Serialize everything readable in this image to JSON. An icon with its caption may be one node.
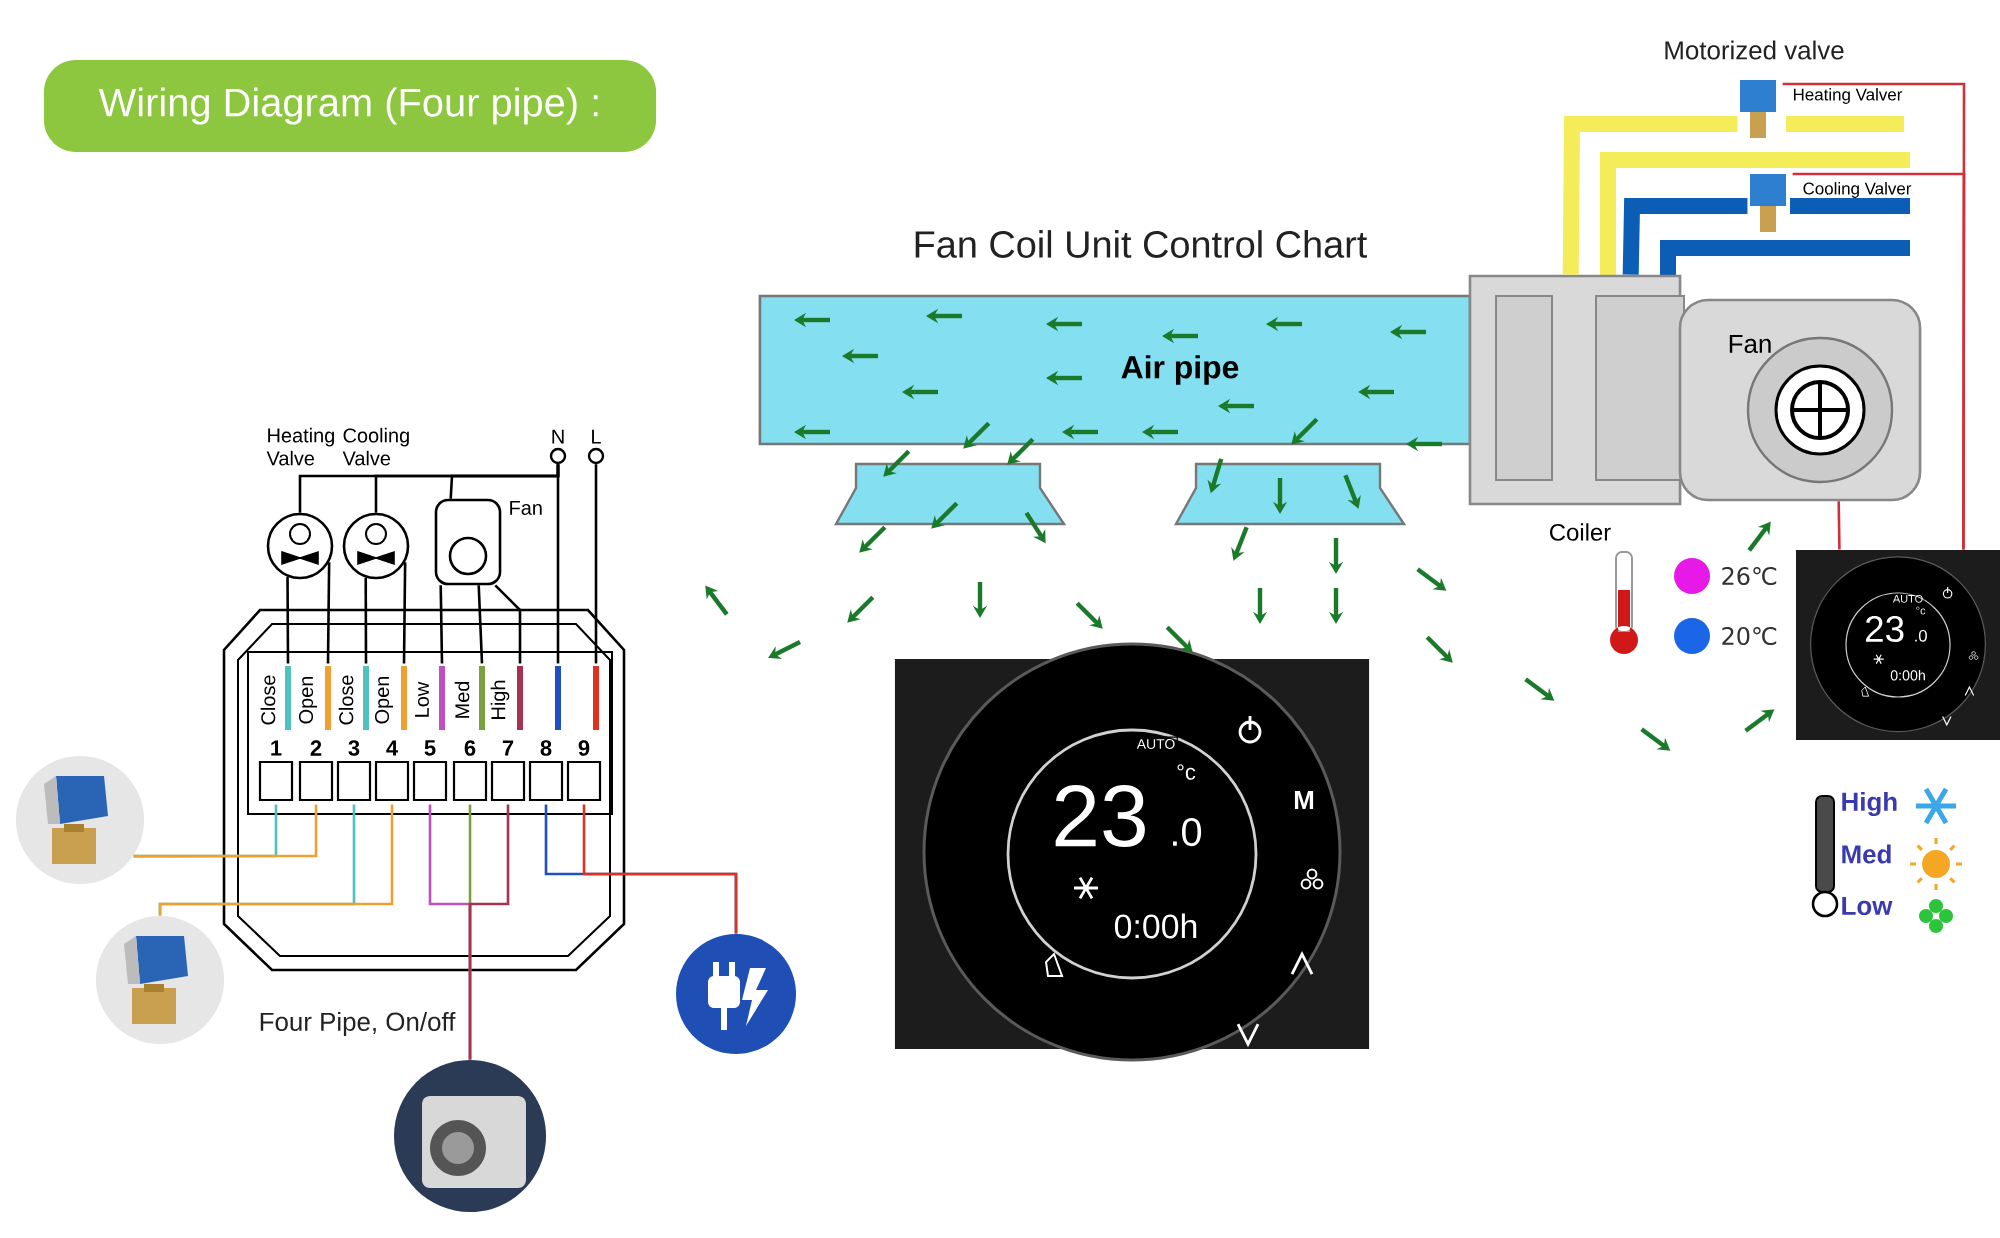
{
  "diagram": {
    "title": "Wiring Diagram (Four pipe) :",
    "nodes": [
      {
        "text": [
          "Heating Valve"
        ]
      },
      {
        "text": [
          "Cooling Valve"
        ]
      },
      {
        "text": [
          "Fan"
        ]
      },
      {
        "text": [
          "N"
        ]
      },
      {
        "text": [
          "L"
        ]
      },
      {
        "text": [],
        "shape": "box"
      },
      {
        "text": [
          "Close",
          "1"
        ],
        "in": 5
      },
      {
        "text": [
          "Open",
          "2"
        ],
        "in": 5
      },
      {
        "text": [
          "Close",
          "3"
        ],
        "in": 5
      },
      {
        "text": [
          "Open",
          "4"
        ],
        "in": 5
      },
      {
        "text": [
          "Low",
          "5"
        ],
        "in": 5
      },
      {
        "text": [
          "Med",
          "6"
        ],
        "in": 5
      },
      {
        "text": [
          "High",
          "7"
        ],
        "in": 5
      },
      {
        "text": [
          "8"
        ],
        "in": 5
      },
      {
        "text": [
          "9"
        ],
        "in": 5
      },
      {
        "text": [],
        "shape": "picture"
      },
      {
        "text": [],
        "shape": "picture"
      },
      {
        "text": [],
        "shape": "picture"
      },
      {
        "text": [],
        "shape": "picture"
      },
      {
        "text": [
          "Air pipe"
        ]
      },
      {
        "text": [
          "Coiler"
        ]
      },
      {
        "text": [
          "Fan"
        ]
      },
      {
        "text": [
          "Heating Valver"
        ]
      },
      {
        "text": [
          "Cooling Valver"
        ]
      },
      {
        "text": [
          "AUTO",
          "23",
          "°c",
          ".0",
          "0:00h",
          "M"
        ]
      },
      {
        "text": [
          "AUTO",
          "23",
          "°c",
          ".0",
          "0:00h"
        ]
      }
    ],
    "edges": [
      {
        "from": 0,
        "to": 6,
        "arrow": "none"
      },
      {
        "from": 0,
        "to": 7,
        "arrow": "none"
      },
      {
        "from": 1,
        "to": 8,
        "arrow": "none"
      },
      {
        "from": 1,
        "to": 9,
        "arrow": "none"
      },
      {
        "from": 2,
        "to": 10,
        "arrow": "none"
      },
      {
        "from": 2,
        "to": 11,
        "arrow": "none"
      },
      {
        "from": 2,
        "to": 12,
        "arrow": "none"
      },
      {
        "from": 3,
        "to": 13,
        "arrow": "none"
      },
      {
        "from": 4,
        "to": 14,
        "arrow": "none"
      },
      {
        "from": 0,
        "to": 3,
        "arrow": "none"
      },
      {
        "from": 1,
        "to": 3,
        "arrow": "none"
      },
      {
        "from": 2,
        "to": 3,
        "arrow": "none"
      },
      {
        "from": 15,
        "to": 6,
        "arrow": "none",
        "color": "#4fc1c0"
      },
      {
        "from": 15,
        "to": 7,
        "arrow": "none",
        "color": "#f0a030"
      },
      {
        "from": 16,
        "to": 8,
        "arrow": "none",
        "color": "#4fc1c0"
      },
      {
        "from": 16,
        "to": 9,
        "arrow": "none",
        "color": "#f0a030"
      },
      {
        "from": 17,
        "to": 10,
        "arrow": "none",
        "color": "#c050c0"
      },
      {
        "from": 17,
        "to": 11,
        "arrow": "none",
        "color": "#7aa040"
      },
      {
        "from": 17,
        "to": 12,
        "arrow": "none",
        "color": "#a83050"
      },
      {
        "from": 18,
        "to": 13,
        "arrow": "none",
        "color": "#2050c0"
      },
      {
        "from": 18,
        "to": 14,
        "arrow": "none",
        "color": "#e03020"
      },
      {
        "from": 22,
        "to": 20,
        "arrow": "none",
        "style": "thick",
        "color": "#f5ec5a"
      },
      {
        "from": 23,
        "to": 20,
        "arrow": "none",
        "style": "thick",
        "color": "#0b5db5"
      },
      {
        "from": 25,
        "to": 22,
        "arrow": "none",
        "color": "#d0303c"
      },
      {
        "from": 25,
        "to": 23,
        "arrow": "none",
        "color": "#d0303c"
      },
      {
        "from": 21,
        "to": 25,
        "arrow": "none",
        "color": "#d0303c"
      }
    ],
    "labels": [
      "Motorized valve",
      "Fan Coil Unit Control Chart",
      "Four Pipe, On/off"
    ],
    "legend": [
      {
        "text": "26℃",
        "color": "#e619e6"
      },
      {
        "text": "20℃",
        "color": "#1a66e6"
      },
      {
        "text": "High"
      },
      {
        "text": "Med"
      },
      {
        "text": "Low"
      }
    ]
  }
}
